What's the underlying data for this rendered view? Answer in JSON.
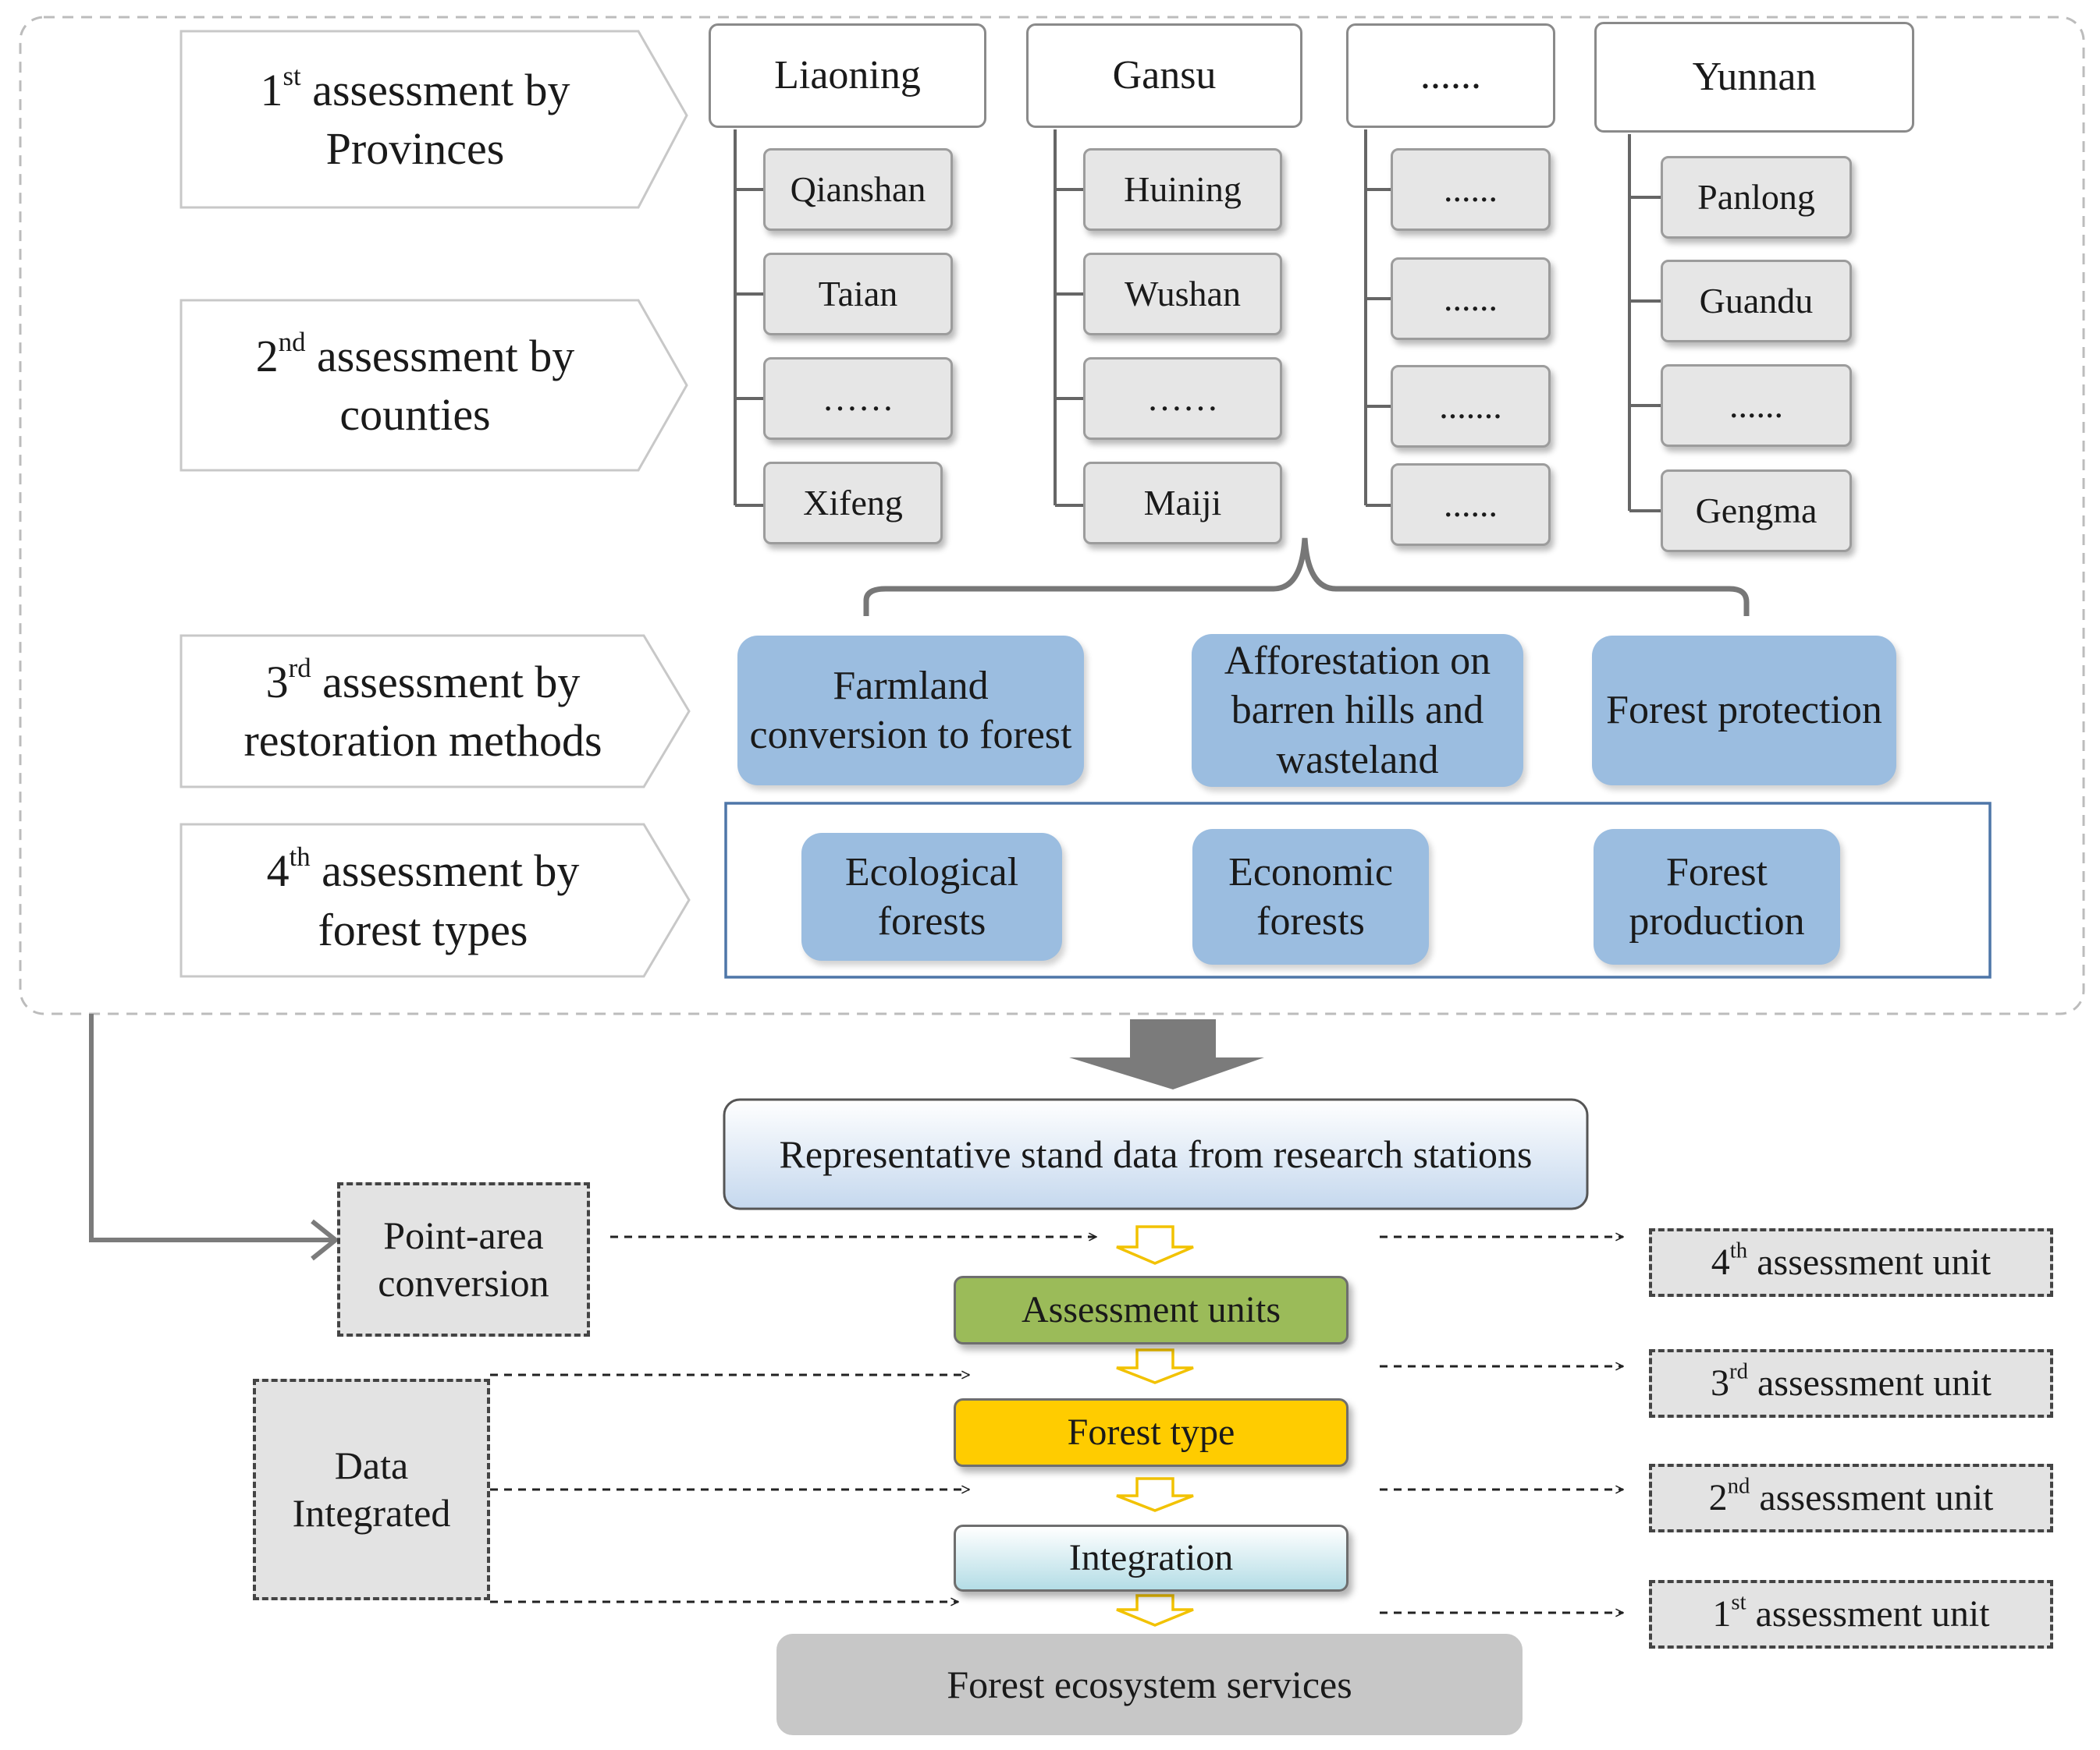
{
  "levels": [
    {
      "ordinal": "1",
      "sup": "st",
      "rest": " assessment by",
      "line2": "Provinces"
    },
    {
      "ordinal": "2",
      "sup": "nd",
      "rest": " assessment by",
      "line2": "counties"
    },
    {
      "ordinal": "3",
      "sup": "rd",
      "rest": "  assessment by",
      "line2": "restoration methods"
    },
    {
      "ordinal": "4",
      "sup": "th",
      "rest": " assessment by",
      "line2": "forest types"
    }
  ],
  "provinces": [
    {
      "name": "Liaoning",
      "counties": [
        "Qianshan",
        "Taian",
        "……",
        "Xifeng"
      ]
    },
    {
      "name": "Gansu",
      "counties": [
        "Huining",
        "Wushan",
        "……",
        "Maiji"
      ]
    },
    {
      "name": "......",
      "counties": [
        "......",
        "......",
        ".......",
        "......"
      ]
    },
    {
      "name": "Yunnan",
      "counties": [
        "Panlong",
        "Guandu",
        "......",
        "Gengma"
      ]
    }
  ],
  "restoration_methods": [
    "Farmland conversion to forest",
    "Afforestation on barren hills and wasteland",
    "Forest protection"
  ],
  "forest_types": [
    "Ecological forests",
    "Economic forests",
    "Forest production"
  ],
  "flow": {
    "source": "Representative stand data from research stations",
    "steps": [
      "Assessment units",
      "Forest type",
      "Integration"
    ],
    "result": "Forest ecosystem services",
    "colors": {
      "assessment_units": "#9bbb59",
      "forest_type": "#ffcc00",
      "arrow_outline": "#f2c200"
    }
  },
  "side": {
    "point_area": "Point-area conversion",
    "data_integrated": "Data Integrated"
  },
  "units": [
    {
      "ordinal": "4",
      "sup": "th",
      "rest": " assessment unit"
    },
    {
      "ordinal": "3",
      "sup": "rd",
      "rest": " assessment unit"
    },
    {
      "ordinal": "2",
      "sup": "nd",
      "rest": " assessment unit"
    },
    {
      "ordinal": "1",
      "sup": "st",
      "rest": " assessment unit"
    }
  ]
}
